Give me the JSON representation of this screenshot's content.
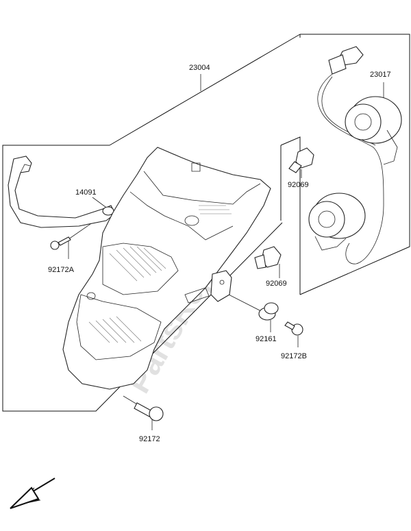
{
  "labels": {
    "headlight_assy": "23004",
    "socket_assy": "23017",
    "bracket": "14091",
    "screw_a": "92172A",
    "bulb_upper": "92069",
    "bulb_lower": "92069",
    "grommet": "92161",
    "screw_b": "92172B",
    "screw_bottom": "92172"
  },
  "watermark": "PartsRepublik",
  "icons": {
    "direction_arrow": "front-direction-arrow-icon"
  }
}
